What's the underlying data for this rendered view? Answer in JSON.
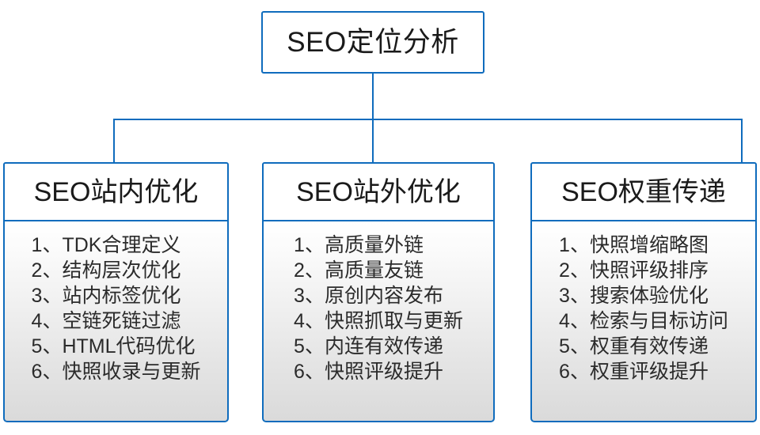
{
  "diagram": {
    "type": "org-tree",
    "title": "SEO定位分析",
    "accent_color": "#0f6cbd",
    "text_color": "#1a1a1a",
    "body_gradient_from": "#ffffff",
    "body_gradient_to": "#dadada",
    "root": {
      "label": "SEO定位分析"
    },
    "branches": [
      {
        "header": "SEO站内优化",
        "items": [
          "1、TDK合理定义",
          "2、结构层次优化",
          "3、站内标签优化",
          "4、空链死链过滤",
          "5、HTML代码优化",
          "6、快照收录与更新"
        ]
      },
      {
        "header": "SEO站外优化",
        "items": [
          "1、高质量外链",
          "2、高质量友链",
          "3、原创内容发布",
          "4、快照抓取与更新",
          "5、内连有效传递",
          "6、快照评级提升"
        ]
      },
      {
        "header": "SEO权重传递",
        "items": [
          "1、快照增缩略图",
          "2、快照评级排序",
          "3、搜索体验优化",
          "4、检索与目标访问",
          "5、权重有效传递",
          "6、权重评级提升"
        ]
      }
    ]
  }
}
